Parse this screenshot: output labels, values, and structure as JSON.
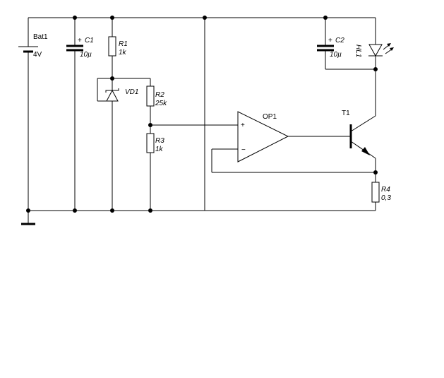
{
  "components": {
    "bat1": {
      "name": "Bat1",
      "value": "4V"
    },
    "c1": {
      "name": "C1",
      "value": "10µ",
      "polarity": "+"
    },
    "r1": {
      "name": "R1",
      "value": "1k"
    },
    "vd1": {
      "name": "VD1"
    },
    "r2": {
      "name": "R2",
      "value": "25k"
    },
    "r3": {
      "name": "R3",
      "value": "1k"
    },
    "op1": {
      "name": "OP1",
      "plus": "+",
      "minus": "−"
    },
    "t1": {
      "name": "T1"
    },
    "r4": {
      "name": "R4",
      "value": "0,3"
    },
    "c2": {
      "name": "C2",
      "value": "10µ",
      "polarity": "+"
    },
    "hl1": {
      "name": "HL1"
    }
  }
}
